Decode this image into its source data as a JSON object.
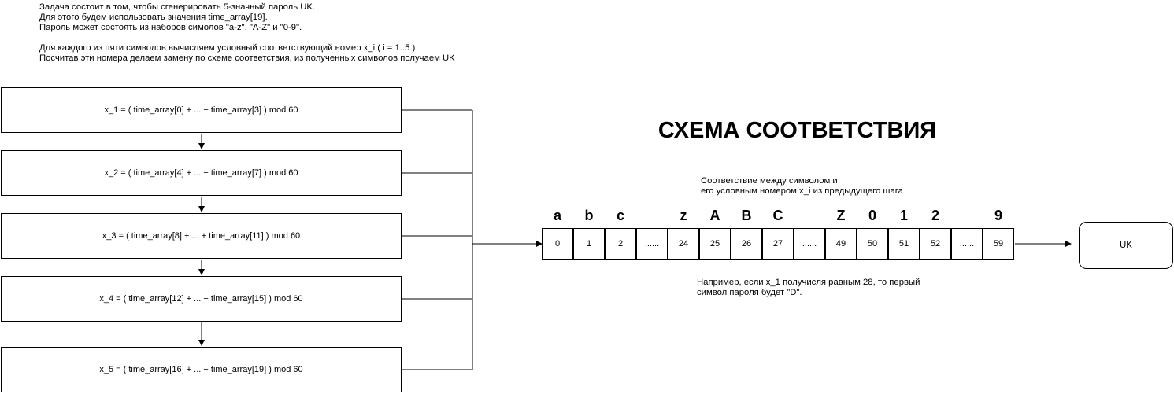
{
  "intro": {
    "lines": [
      "Задача состоит в том, чтобы сгенерировать 5-значный пароль UK.",
      "Для этого будем использовать значения time_array[19].",
      "Пароль может состоять из наборов симолов \"a-z\", \"A-Z\" и \"0-9\".",
      "",
      "Для каждого из пяти символов вычисляем условный соответствующий номер x_i ( i = 1..5 )",
      "Посчитав эти номера делаем замену по схеме соответствия, из полученных символов получаем UK"
    ]
  },
  "formulas": [
    "x_1 = ( time_array[0] + ... + time_array[3] ) mod 60",
    "x_2 = ( time_array[4] + ... + time_array[7] ) mod 60",
    "x_3 = ( time_array[8] + ... + time_array[11] ) mod 60",
    "x_4 = ( time_array[12] + ... + time_array[15] ) mod 60",
    "x_5 = ( time_array[16] + ... + time_array[19] ) mod 60"
  ],
  "scheme": {
    "title": "СХЕМА СООТВЕТСТВИЯ",
    "note_top": [
      "Соответствие между символом и",
      "его условным номером x_i из предыдущего шага"
    ],
    "chars": [
      "a",
      "b",
      "c",
      "",
      "z",
      "A",
      "B",
      "C",
      "",
      "Z",
      "0",
      "1",
      "2",
      "",
      "9"
    ],
    "numbers": [
      "0",
      "1",
      "2",
      "......",
      "24",
      "25",
      "26",
      "27",
      "......",
      "49",
      "50",
      "51",
      "52",
      "......",
      "59"
    ],
    "note_bottom": [
      "Например, если x_1 получисля равным 28, то первый",
      "символ пароля будет \"D\"."
    ]
  },
  "result": {
    "label": "UK"
  }
}
